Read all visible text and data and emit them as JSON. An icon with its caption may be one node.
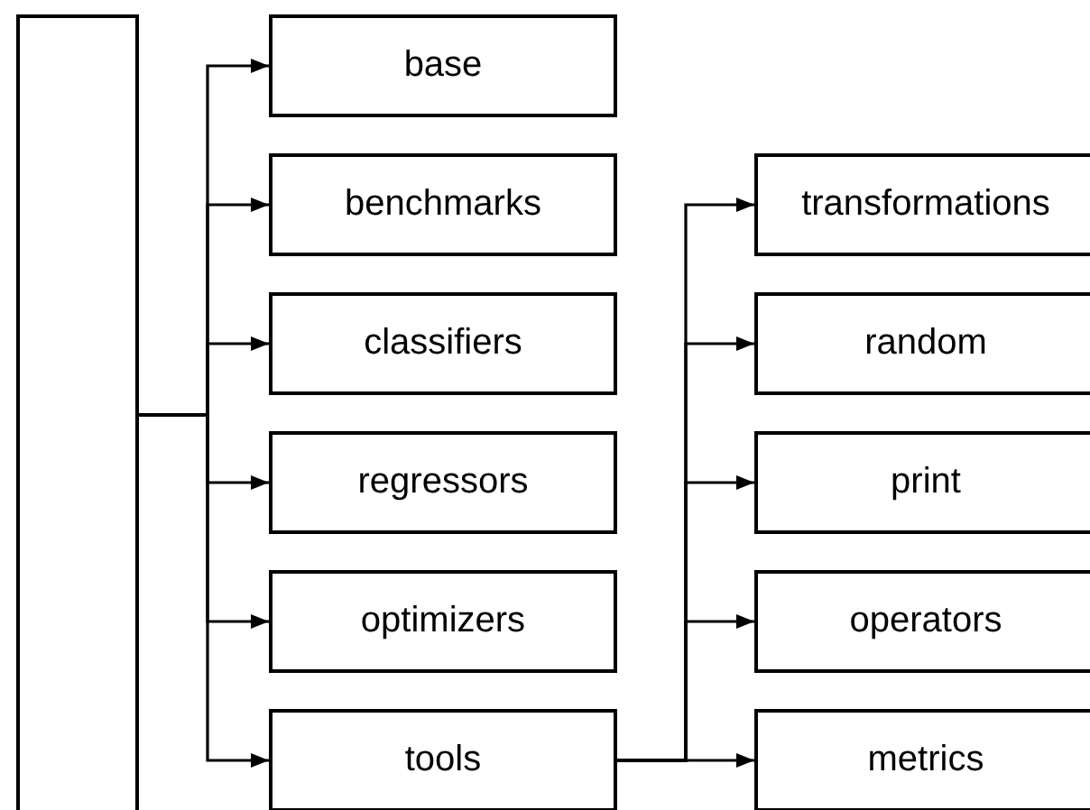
{
  "diagram": {
    "nodes": [
      {
        "text": [],
        "shape": "box"
      },
      {
        "text": [
          "base"
        ]
      },
      {
        "text": [
          "benchmarks"
        ]
      },
      {
        "text": [
          "classifiers"
        ]
      },
      {
        "text": [
          "regressors"
        ]
      },
      {
        "text": [
          "optimizers"
        ]
      },
      {
        "text": [
          "tools"
        ]
      },
      {
        "text": [
          "transformations"
        ]
      },
      {
        "text": [
          "random"
        ]
      },
      {
        "text": [
          "print"
        ]
      },
      {
        "text": [
          "operators"
        ]
      },
      {
        "text": [
          "metrics"
        ]
      }
    ],
    "edges": [
      {
        "from": 0,
        "to": 1,
        "arrow": "to"
      },
      {
        "from": 0,
        "to": 2,
        "arrow": "to"
      },
      {
        "from": 0,
        "to": 3,
        "arrow": "to"
      },
      {
        "from": 0,
        "to": 4,
        "arrow": "to"
      },
      {
        "from": 0,
        "to": 5,
        "arrow": "to"
      },
      {
        "from": 0,
        "to": 6,
        "arrow": "to"
      },
      {
        "from": 6,
        "to": 7,
        "arrow": "to"
      },
      {
        "from": 6,
        "to": 8,
        "arrow": "to"
      },
      {
        "from": 6,
        "to": 9,
        "arrow": "to"
      },
      {
        "from": 6,
        "to": 10,
        "arrow": "to"
      },
      {
        "from": 6,
        "to": 11,
        "arrow": "to"
      }
    ]
  }
}
